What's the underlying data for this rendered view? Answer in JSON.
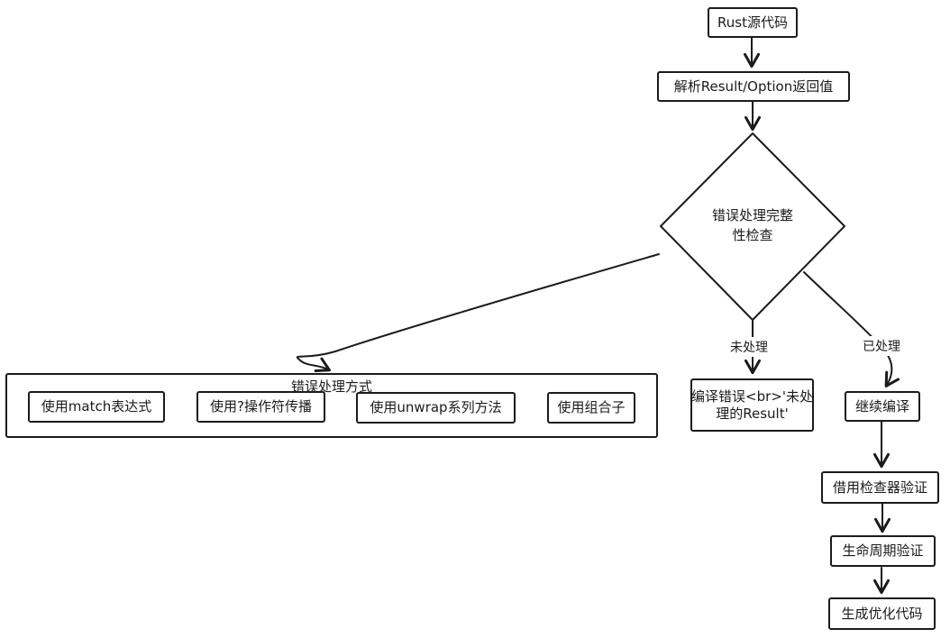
{
  "diagram": {
    "nodes": {
      "source": {
        "label": "Rust源代码"
      },
      "parse": {
        "label": "解析Result/Option返回值"
      },
      "decision": {
        "line1": "错误处理完整",
        "line2": "性检查"
      },
      "methods": {
        "title": "错误处理方式",
        "items": [
          {
            "label": "使用match表达式"
          },
          {
            "label": "使用?操作符传播"
          },
          {
            "label": "使用unwrap系列方法"
          },
          {
            "label": "使用组合子"
          }
        ]
      },
      "compile_error": {
        "line1": "编译错误<br>'未处",
        "line2": "理的Result'"
      },
      "continue_compile": {
        "label": "继续编译"
      },
      "borrow_check": {
        "label": "借用检查器验证"
      },
      "lifetime_check": {
        "label": "生命周期验证"
      },
      "codegen": {
        "label": "生成优化代码"
      }
    },
    "edges": {
      "unhandled": {
        "label": "未处理"
      },
      "handled": {
        "label": "已处理"
      }
    },
    "colors": {
      "stroke": "#1b1b1b",
      "background": "#ffffff"
    }
  }
}
